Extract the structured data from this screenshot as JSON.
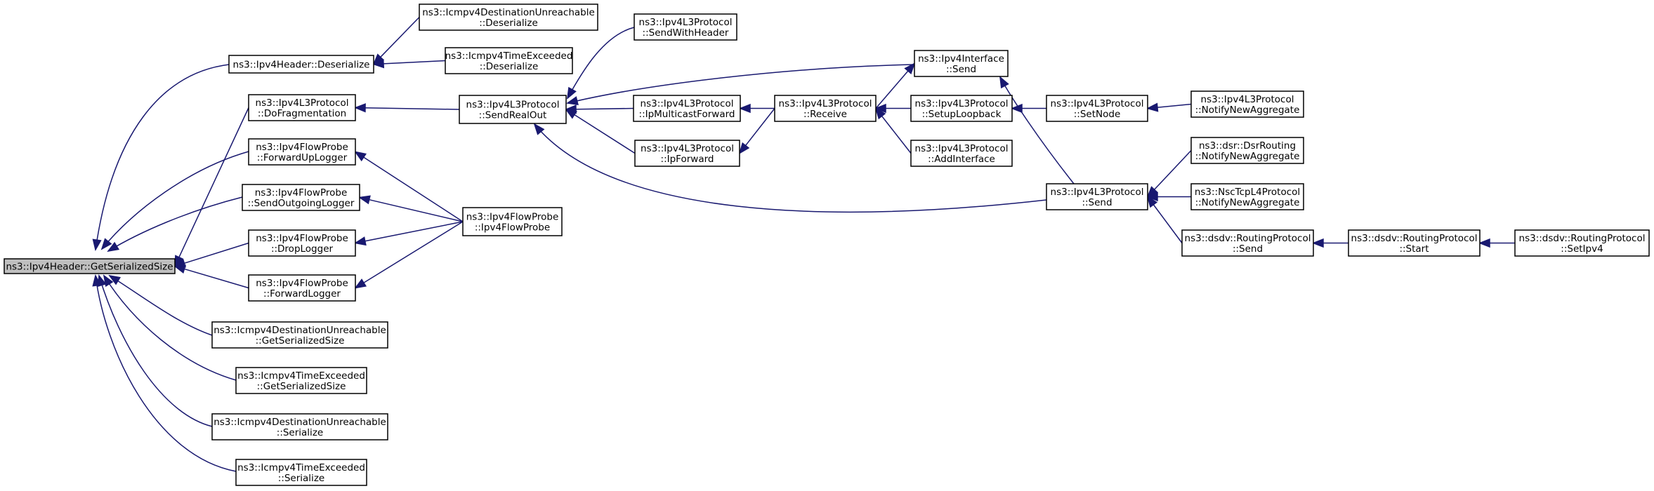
{
  "graph": {
    "nodes": [
      {
        "id": "root",
        "lines": [
          "ns3::Ipv4Header::GetSerializedSize"
        ],
        "root": true
      },
      {
        "id": "hdr_deser",
        "lines": [
          "ns3::Ipv4Header::Deserialize"
        ]
      },
      {
        "id": "dest_deser",
        "lines": [
          "ns3::Icmpv4DestinationUnreachable",
          "::Deserialize"
        ]
      },
      {
        "id": "time_deser",
        "lines": [
          "ns3::Icmpv4TimeExceeded",
          "::Deserialize"
        ]
      },
      {
        "id": "dofrag",
        "lines": [
          "ns3::Ipv4L3Protocol",
          "::DoFragmentation"
        ]
      },
      {
        "id": "fwdup",
        "lines": [
          "ns3::Ipv4FlowProbe",
          "::ForwardUpLogger"
        ]
      },
      {
        "id": "sendout",
        "lines": [
          "ns3::Ipv4FlowProbe",
          "::SendOutgoingLogger"
        ]
      },
      {
        "id": "drop",
        "lines": [
          "ns3::Ipv4FlowProbe",
          "::DropLogger"
        ]
      },
      {
        "id": "fwd",
        "lines": [
          "ns3::Ipv4FlowProbe",
          "::ForwardLogger"
        ]
      },
      {
        "id": "dest_size",
        "lines": [
          "ns3::Icmpv4DestinationUnreachable",
          "::GetSerializedSize"
        ]
      },
      {
        "id": "time_size",
        "lines": [
          "ns3::Icmpv4TimeExceeded",
          "::GetSerializedSize"
        ]
      },
      {
        "id": "dest_ser",
        "lines": [
          "ns3::Icmpv4DestinationUnreachable",
          "::Serialize"
        ]
      },
      {
        "id": "time_ser",
        "lines": [
          "ns3::Icmpv4TimeExceeded",
          "::Serialize"
        ]
      },
      {
        "id": "sendrealout",
        "lines": [
          "ns3::Ipv4L3Protocol",
          "::SendRealOut"
        ]
      },
      {
        "id": "flowprobe",
        "lines": [
          "ns3::Ipv4FlowProbe",
          "::Ipv4FlowProbe"
        ]
      },
      {
        "id": "sendwithheader",
        "lines": [
          "ns3::Ipv4L3Protocol",
          "::SendWithHeader"
        ]
      },
      {
        "id": "ipmcast",
        "lines": [
          "ns3::Ipv4L3Protocol",
          "::IpMulticastForward"
        ]
      },
      {
        "id": "ipfwd",
        "lines": [
          "ns3::Ipv4L3Protocol",
          "::IpForward"
        ]
      },
      {
        "id": "receive",
        "lines": [
          "ns3::Ipv4L3Protocol",
          "::Receive"
        ]
      },
      {
        "id": "ifsend",
        "lines": [
          "ns3::Ipv4Interface",
          "::Send"
        ]
      },
      {
        "id": "setuploop",
        "lines": [
          "ns3::Ipv4L3Protocol",
          "::SetupLoopback"
        ]
      },
      {
        "id": "addif",
        "lines": [
          "ns3::Ipv4L3Protocol",
          "::AddInterface"
        ]
      },
      {
        "id": "setnode",
        "lines": [
          "ns3::Ipv4L3Protocol",
          "::SetNode"
        ]
      },
      {
        "id": "notify_ipv4",
        "lines": [
          "ns3::Ipv4L3Protocol",
          "::NotifyNewAggregate"
        ]
      },
      {
        "id": "l3send",
        "lines": [
          "ns3::Ipv4L3Protocol",
          "::Send"
        ]
      },
      {
        "id": "dsr",
        "lines": [
          "ns3::dsr::DsrRouting",
          "::NotifyNewAggregate"
        ]
      },
      {
        "id": "nsc",
        "lines": [
          "ns3::NscTcpL4Protocol",
          "::NotifyNewAggregate"
        ]
      },
      {
        "id": "dsdv_send",
        "lines": [
          "ns3::dsdv::RoutingProtocol",
          "::Send"
        ]
      },
      {
        "id": "dsdv_start",
        "lines": [
          "ns3::dsdv::RoutingProtocol",
          "::Start"
        ]
      },
      {
        "id": "dsdv_setipv4",
        "lines": [
          "ns3::dsdv::RoutingProtocol",
          "::SetIpv4"
        ]
      }
    ],
    "edges": [
      {
        "from": "root",
        "to": "hdr_deser"
      },
      {
        "from": "root",
        "to": "dofrag"
      },
      {
        "from": "root",
        "to": "fwdup"
      },
      {
        "from": "root",
        "to": "sendout"
      },
      {
        "from": "root",
        "to": "drop"
      },
      {
        "from": "root",
        "to": "fwd"
      },
      {
        "from": "root",
        "to": "dest_size"
      },
      {
        "from": "root",
        "to": "time_size"
      },
      {
        "from": "root",
        "to": "dest_ser"
      },
      {
        "from": "root",
        "to": "time_ser"
      },
      {
        "from": "hdr_deser",
        "to": "dest_deser"
      },
      {
        "from": "hdr_deser",
        "to": "time_deser"
      },
      {
        "from": "dofrag",
        "to": "sendrealout"
      },
      {
        "from": "fwdup",
        "to": "flowprobe"
      },
      {
        "from": "sendout",
        "to": "flowprobe"
      },
      {
        "from": "drop",
        "to": "flowprobe"
      },
      {
        "from": "fwd",
        "to": "flowprobe"
      },
      {
        "from": "sendrealout",
        "to": "sendwithheader"
      },
      {
        "from": "sendrealout",
        "to": "ifsend"
      },
      {
        "from": "sendrealout",
        "to": "ipmcast"
      },
      {
        "from": "sendrealout",
        "to": "ipfwd"
      },
      {
        "from": "sendrealout",
        "to": "l3send"
      },
      {
        "from": "ipmcast",
        "to": "receive"
      },
      {
        "from": "ipfwd",
        "to": "receive"
      },
      {
        "from": "ifsend",
        "to": "receive"
      },
      {
        "from": "ifsend",
        "to": "l3send"
      },
      {
        "from": "receive",
        "to": "setuploop"
      },
      {
        "from": "receive",
        "to": "addif"
      },
      {
        "from": "setuploop",
        "to": "setnode"
      },
      {
        "from": "setnode",
        "to": "notify_ipv4"
      },
      {
        "from": "l3send",
        "to": "dsr"
      },
      {
        "from": "l3send",
        "to": "nsc"
      },
      {
        "from": "l3send",
        "to": "dsdv_send"
      },
      {
        "from": "dsdv_send",
        "to": "dsdv_start"
      },
      {
        "from": "dsdv_start",
        "to": "dsdv_setipv4"
      }
    ]
  }
}
